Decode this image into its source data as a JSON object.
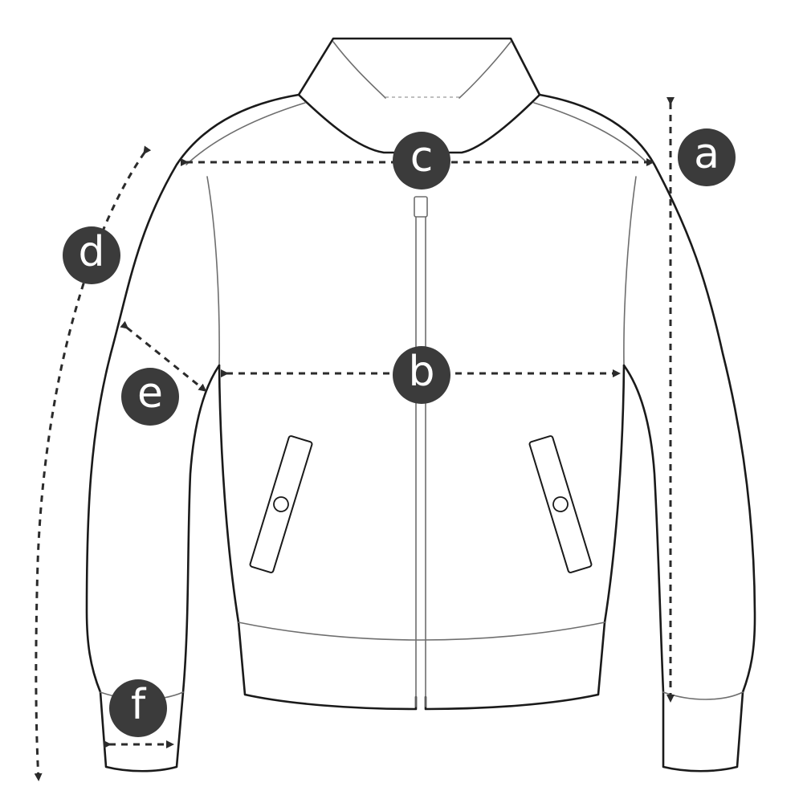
{
  "labels": {
    "a": "a",
    "b": "b",
    "c": "c",
    "d": "d",
    "e": "e",
    "f": "f"
  },
  "colors": {
    "badge": "#3b3b3b",
    "outline": "#1a1a1a",
    "measure": "#2b2b2b"
  }
}
